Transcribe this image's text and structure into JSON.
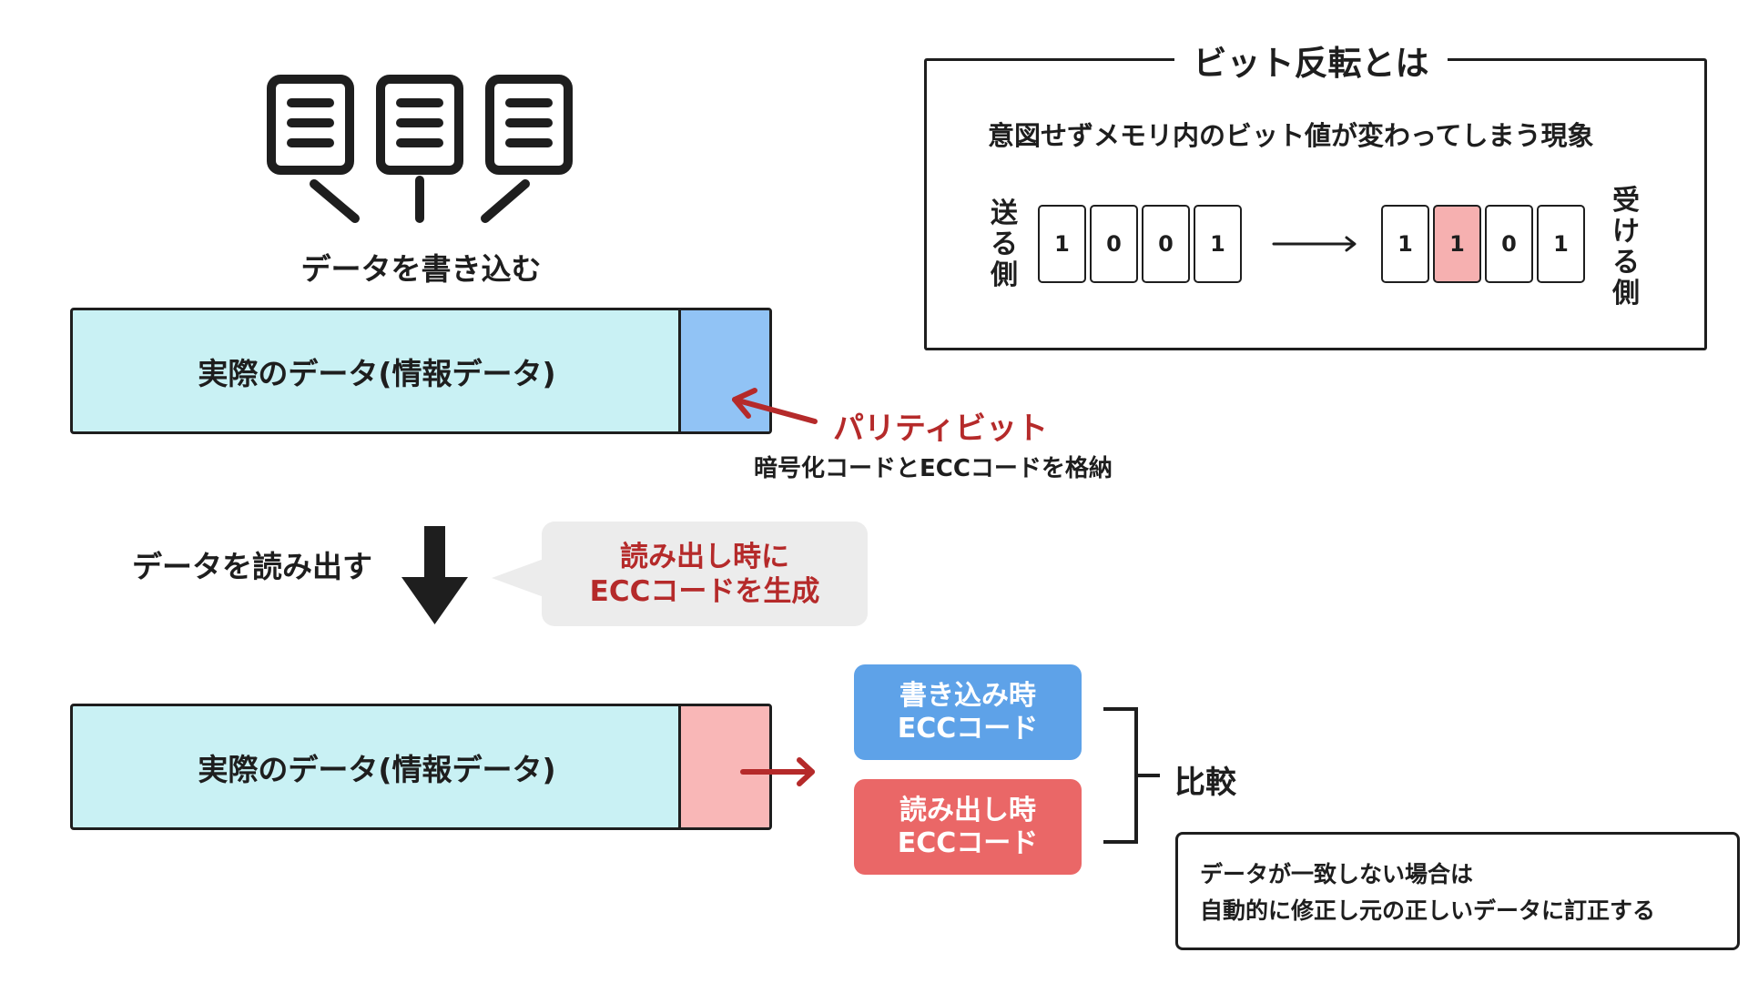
{
  "write": {
    "label": "データを書き込む"
  },
  "read": {
    "label": "データを読み出す"
  },
  "data_bar_top": {
    "label": "実際のデータ(情報データ)"
  },
  "data_bar_bottom": {
    "label": "実際のデータ(情報データ)"
  },
  "parity": {
    "title": "パリティビット",
    "subtitle": "暗号化コードとECCコードを格納"
  },
  "callout": {
    "line1": "読み出し時に",
    "line2": "ECCコードを生成"
  },
  "compare_boxes": [
    {
      "line1": "書き込み時",
      "line2": "ECCコード",
      "color": "#5ea2e8"
    },
    {
      "line1": "読み出し時",
      "line2": "ECCコード",
      "color": "#ea6767"
    }
  ],
  "compare": {
    "label": "比較"
  },
  "result": {
    "line1": "データが一致しない場合は",
    "line2": "自動的に修正し元の正しいデータに訂正する"
  },
  "bitflip": {
    "title": "ビット反転とは",
    "description": "意図せずメモリ内のビット値が変わってしまう現象",
    "sender": "送る側",
    "receiver": "受ける側",
    "sent_bits": [
      "1",
      "0",
      "0",
      "1"
    ],
    "received_bits": [
      "1",
      "1",
      "0",
      "1"
    ],
    "flipped_index": 1
  },
  "colors": {
    "data_fill": "#c9f1f4",
    "parity_write": "#91c3f5",
    "parity_read": "#f9b7b7",
    "accent_red": "#b52a2a",
    "flip_highlight": "#f6b0b0"
  }
}
